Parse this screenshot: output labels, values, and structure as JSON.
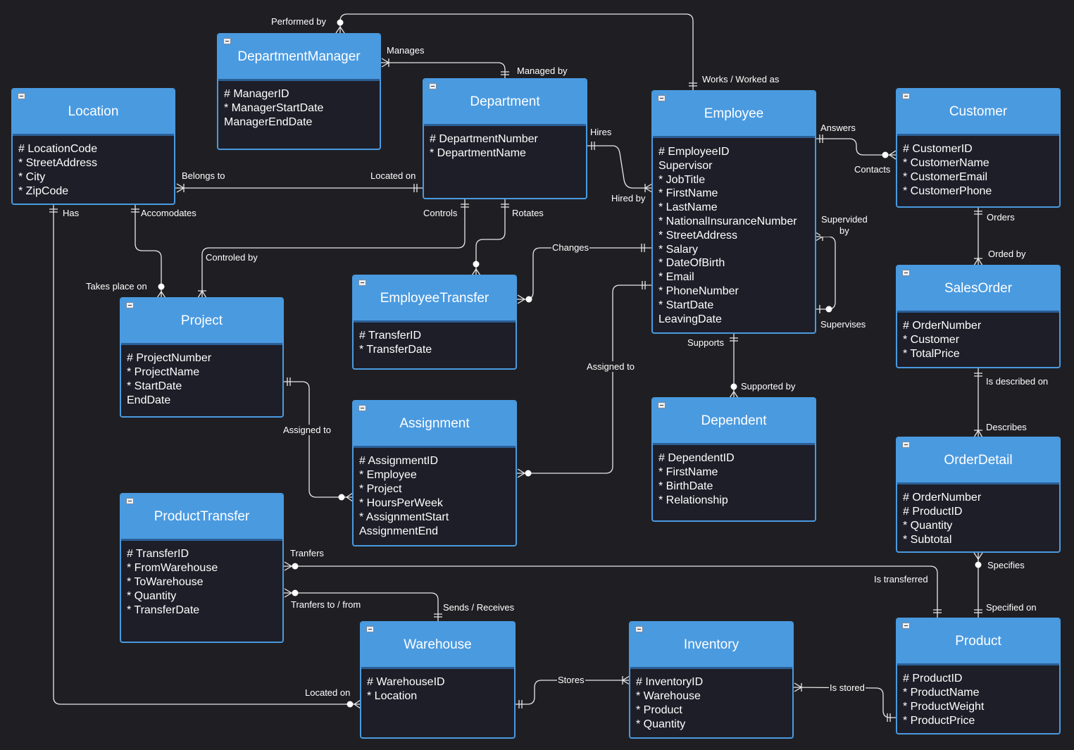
{
  "entities": {
    "department_manager": {
      "title": "DepartmentManager",
      "attributes": [
        "# ManagerID",
        "* ManagerStartDate",
        "ManagerEndDate"
      ]
    },
    "location": {
      "title": "Location",
      "attributes": [
        "# LocationCode",
        "* StreetAddress",
        "* City",
        "* ZipCode"
      ]
    },
    "department": {
      "title": "Department",
      "attributes": [
        "# DepartmentNumber",
        "* DepartmentName"
      ]
    },
    "employee": {
      "title": "Employee",
      "attributes": [
        "# EmployeeID",
        "Supervisor",
        "* JobTitle",
        "* FirstName",
        "* LastName",
        "* NationalInsuranceNumber",
        "* StreetAddress",
        "* Salary",
        "* DateOfBirth",
        "* Email",
        "* PhoneNumber",
        "* StartDate",
        "LeavingDate"
      ]
    },
    "customer": {
      "title": "Customer",
      "attributes": [
        "# CustomerID",
        "* CustomerName",
        "* CustomerEmail",
        "* CustomerPhone"
      ]
    },
    "project": {
      "title": "Project",
      "attributes": [
        "# ProjectNumber",
        "* ProjectName",
        "* StartDate",
        "EndDate"
      ]
    },
    "employee_transfer": {
      "title": "EmployeeTransfer",
      "attributes": [
        "# TransferID",
        "* TransferDate"
      ]
    },
    "sales_order": {
      "title": "SalesOrder",
      "attributes": [
        "# OrderNumber",
        "* Customer",
        "* TotalPrice"
      ]
    },
    "assignment": {
      "title": "Assignment",
      "attributes": [
        "# AssignmentID",
        "* Employee",
        "* Project",
        "* HoursPerWeek",
        "* AssignmentStart",
        "AssignmentEnd"
      ]
    },
    "dependent": {
      "title": "Dependent",
      "attributes": [
        "# DependentID",
        "* FirstName",
        "* BirthDate",
        "* Relationship"
      ]
    },
    "order_detail": {
      "title": "OrderDetail",
      "attributes": [
        "# OrderNumber",
        "# ProductID",
        "* Quantity",
        "* Subtotal"
      ]
    },
    "product_transfer": {
      "title": "ProductTransfer",
      "attributes": [
        "# TransferID",
        "* FromWarehouse",
        "* ToWarehouse",
        "* Quantity",
        "* TransferDate"
      ]
    },
    "warehouse": {
      "title": "Warehouse",
      "attributes": [
        "# WarehouseID",
        "* Location"
      ]
    },
    "inventory": {
      "title": "Inventory",
      "attributes": [
        "# InventoryID",
        "* Warehouse",
        "* Product",
        "* Quantity"
      ]
    },
    "product": {
      "title": "Product",
      "attributes": [
        "# ProductID",
        "* ProductName",
        "* ProductWeight",
        "* ProductPrice"
      ]
    }
  },
  "relationship_labels": {
    "performed_by": "Performed by",
    "manages": "Manages",
    "managed_by": "Managed by",
    "works_worked_as": "Works / Worked as",
    "belongs_to": "Belongs to",
    "located_on_dept": "Located on",
    "hires": "Hires",
    "hired_by": "Hired by",
    "answers": "Answers",
    "contacts": "Contacts",
    "has": "Has",
    "accomodates": "Accomodates",
    "controls": "Controls",
    "rotates": "Rotates",
    "supervised_by": "Supervided\nby",
    "orders": "Orders",
    "orded_by": "Orded by",
    "controled_by": "Controled by",
    "changes": "Changes",
    "takes_place_on": "Takes place on",
    "supervises": "Supervises",
    "supports": "Supports",
    "assigned_to_employee": "Assigned to",
    "is_described_on": "Is described on",
    "supported_by": "Supported by",
    "describes": "Describes",
    "assigned_to_project": "Assigned to",
    "tranfers": "Tranfers",
    "specifies": "Specifies",
    "is_transferred": "Is transferred",
    "tranfers_to_from": "Tranfers to / from",
    "sends_receives": "Sends / Receives",
    "specified_on": "Specified on",
    "stores": "Stores",
    "is_stored": "Is stored",
    "located_on_warehouse": "Located on"
  }
}
